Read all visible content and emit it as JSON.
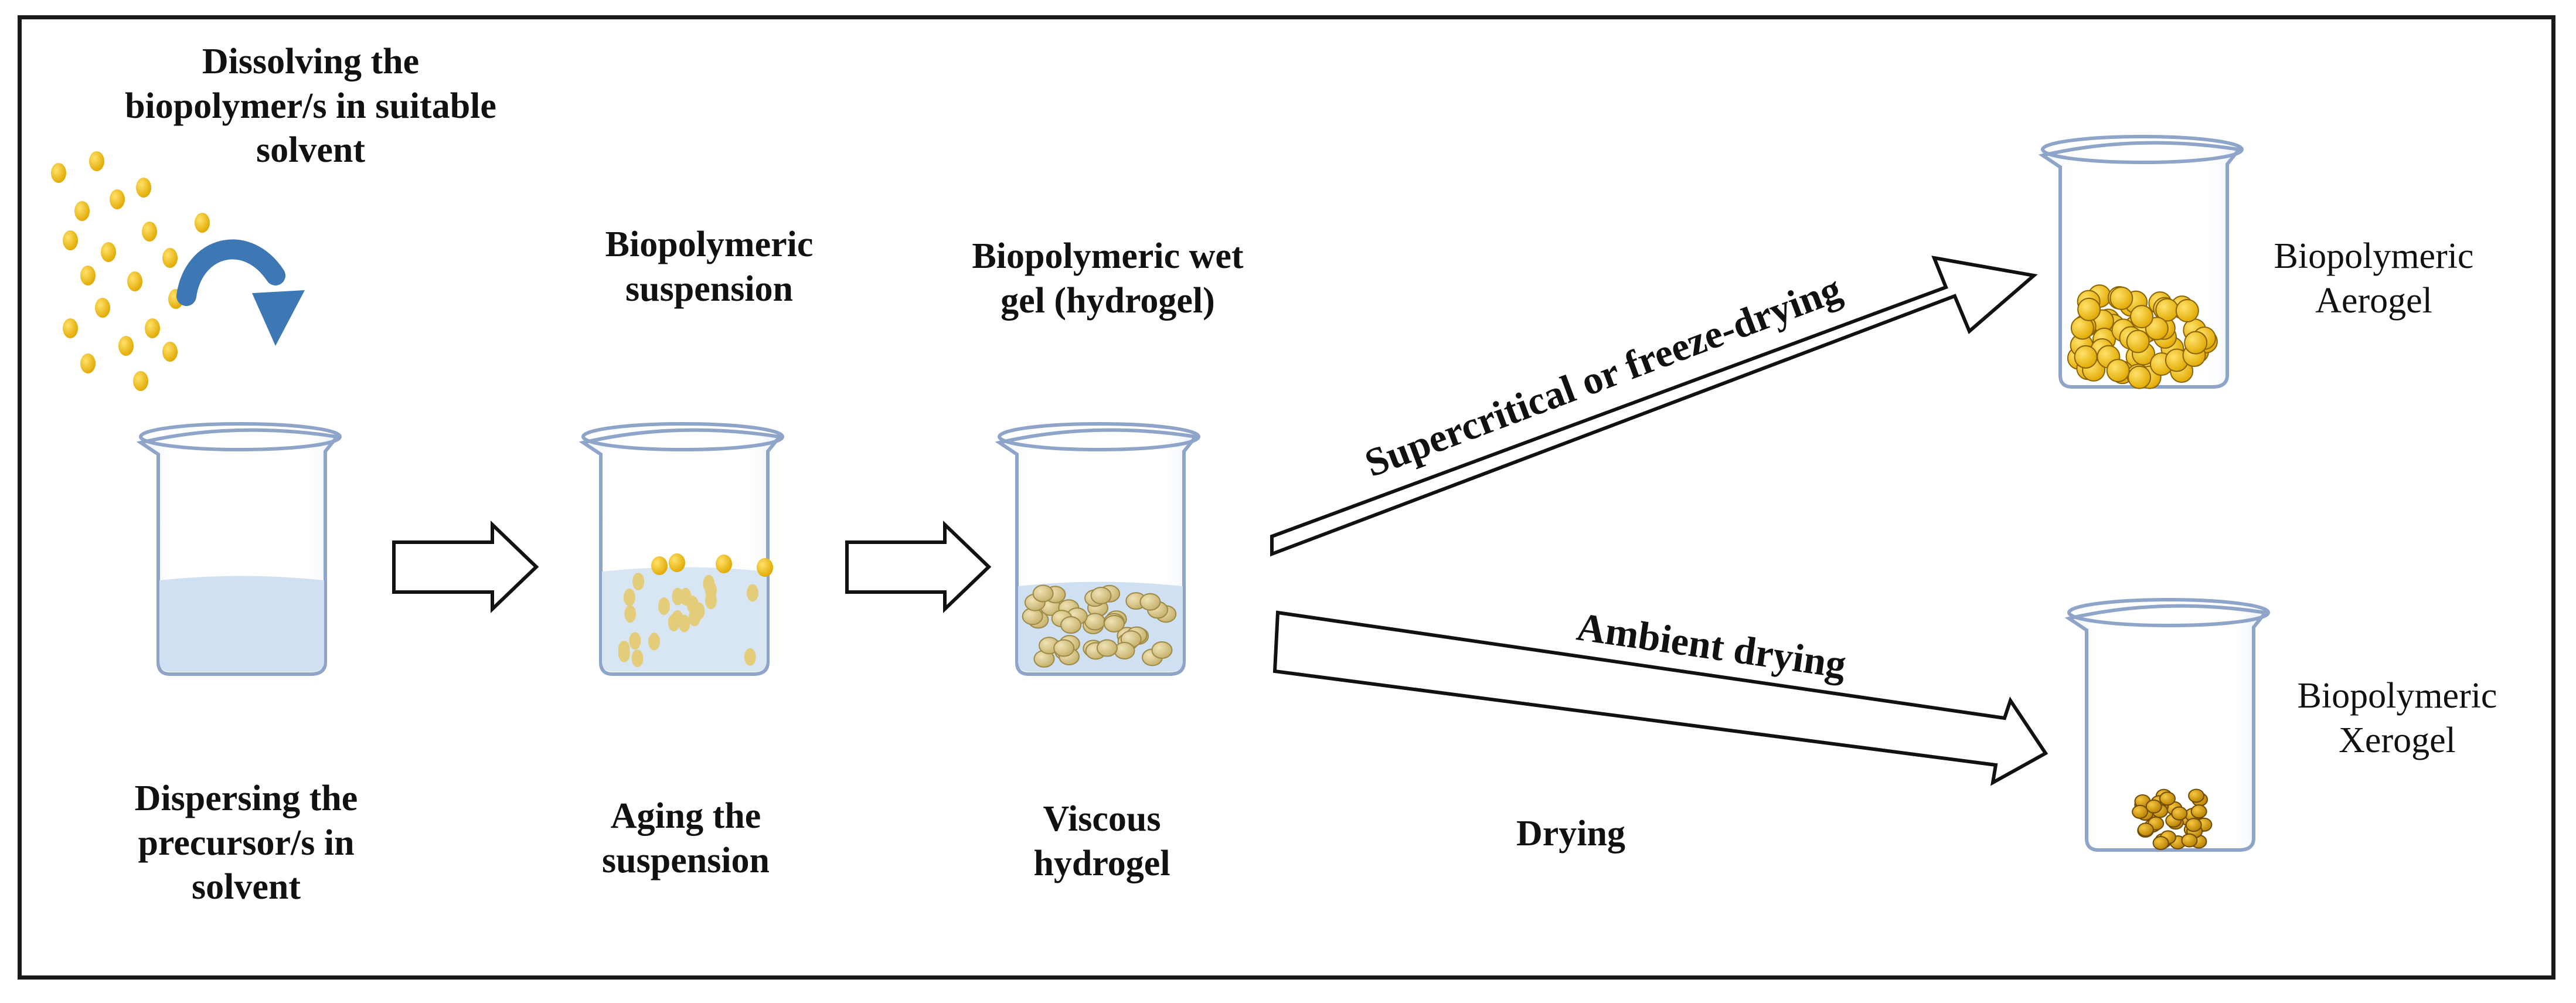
{
  "labels": {
    "dissolving": "Dissolving the\nbiopolymer/s in suitable\nsolvent",
    "suspension": "Biopolymeric\nsuspension",
    "wet_gel": "Biopolymeric wet\ngel (hydrogel)",
    "dispersing": "Dispersing the\nprecursor/s in\nsolvent",
    "aging": "Aging the\nsuspension",
    "viscous": "Viscous\nhydrogel",
    "drying": "Drying",
    "supercritical": "Supercritical or freeze-drying",
    "ambient": "Ambient drying",
    "aerogel": "Biopolymeric\nAerogel",
    "xerogel": "Biopolymeric\nXerogel"
  },
  "colors": {
    "beaker_stroke": "#8ea4c8",
    "solvent_fill": "#cfe0f2",
    "particle_yellow": "#f2b705",
    "particle_gold": "#d99a06",
    "gel_particle": "#dccb8a",
    "curved_arrow": "#3d78b4",
    "arrow_outline": "#111111"
  },
  "icons": {
    "curved_arrow": "curved-down-arrow-icon",
    "block_arrow": "block-right-arrow-icon",
    "beaker": "beaker-icon"
  }
}
